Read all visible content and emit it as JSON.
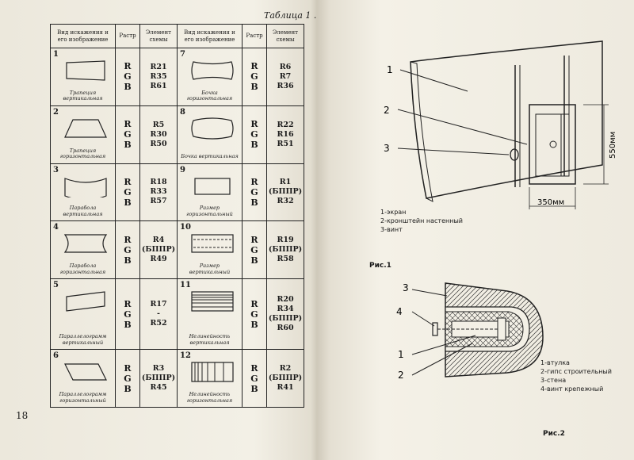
{
  "left_page": {
    "table_title": "Таблица 1 .",
    "page_number": "18",
    "headers": {
      "type": "Вид искажения и его изображение",
      "raster": "Растр",
      "element": "Элемент схемы"
    },
    "raster_letters": [
      "R",
      "G",
      "B"
    ],
    "rows": [
      {
        "left": {
          "num": "1",
          "label": "Трапеция вертикальная",
          "elements": [
            "R21",
            "R35",
            "R61"
          ]
        },
        "right": {
          "num": "7",
          "label": "Бочка горизонтальная",
          "elements": [
            "R6",
            "R7",
            "R36"
          ]
        }
      },
      {
        "left": {
          "num": "2",
          "label": "Трапеция горизонтальная",
          "elements": [
            "R5",
            "R30",
            "R50"
          ]
        },
        "right": {
          "num": "8",
          "label": "Бочка вертикальная",
          "elements": [
            "R22",
            "R16",
            "R51"
          ]
        }
      },
      {
        "left": {
          "num": "3",
          "label": "Парабола вертикальная",
          "elements": [
            "R18",
            "R33",
            "R57"
          ]
        },
        "right": {
          "num": "9",
          "label": "Размер горизонтальный",
          "elements": [
            "R1",
            "(БППР)",
            "R32"
          ]
        }
      },
      {
        "left": {
          "num": "4",
          "label": "Парабола горизонтальная",
          "elements": [
            "R4",
            "(БППР)",
            "R49"
          ]
        },
        "right": {
          "num": "10",
          "label": "Размер вертикальный",
          "elements": [
            "R19",
            "(БППР)",
            "R58"
          ]
        }
      },
      {
        "left": {
          "num": "5",
          "label": "Параллелограмм вертикальный",
          "elements": [
            "R17",
            "-",
            "R52"
          ]
        },
        "right": {
          "num": "11",
          "label": "Нелинейность вертикальная",
          "elements": [
            "R20",
            "R34",
            "(БППР)",
            "R60"
          ]
        }
      },
      {
        "left": {
          "num": "6",
          "label": "Параллелограмм горизонтальный",
          "elements": [
            "R3",
            "(БППР)",
            "R45"
          ]
        },
        "right": {
          "num": "12",
          "label": "Нелинейность горизонтальная",
          "elements": [
            "R2",
            "(БППР)",
            "R41"
          ]
        }
      }
    ]
  },
  "right_page": {
    "fig1": {
      "callouts": [
        "1",
        "2",
        "3"
      ],
      "dim_height": "550мм",
      "dim_width": "350мм",
      "legend": [
        "1-экран",
        "2-кронштейн настенный",
        "3-винт"
      ],
      "caption": "Рис.1"
    },
    "fig2": {
      "callouts": [
        "3",
        "4",
        "1",
        "2"
      ],
      "legend": [
        "1-втулка",
        "2-гипс строительный",
        "3-стена",
        "4-винт крепежный"
      ],
      "caption": "Рис.2"
    }
  }
}
